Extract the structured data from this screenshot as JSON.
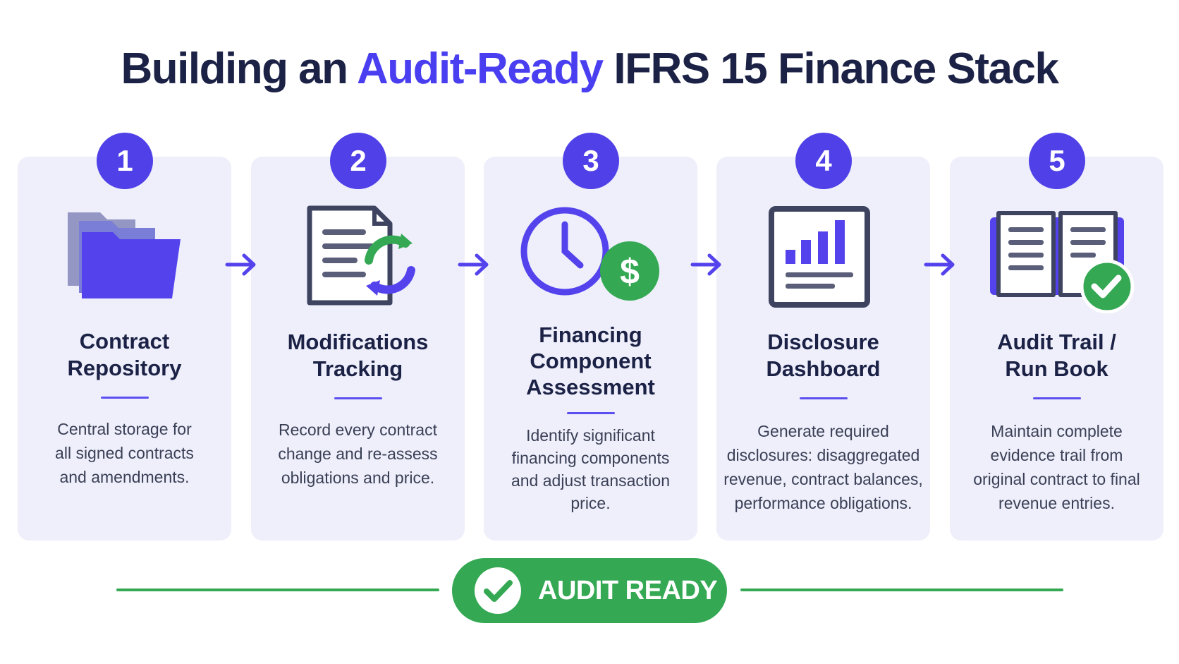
{
  "title": {
    "before": "Building an",
    "highlight": "Audit-Ready",
    "after": "IFRS 15 Finance Stack"
  },
  "colors": {
    "accent": "#5040e8",
    "dark": "#1c2246",
    "green": "#34a853",
    "card": "#eeeffb"
  },
  "steps": [
    {
      "number": "1",
      "icon": "folder-stack-icon",
      "heading_lines": [
        "Contract",
        "Repository"
      ],
      "description_lines": [
        "Central storage for",
        "all signed contracts",
        "and amendments."
      ]
    },
    {
      "number": "2",
      "icon": "document-sync-icon",
      "heading_lines": [
        "Modifications",
        "Tracking"
      ],
      "description_lines": [
        "Record every contract",
        "change and re-assess",
        "obligations and price."
      ]
    },
    {
      "number": "3",
      "icon": "clock-dollar-icon",
      "heading_lines": [
        "Financing",
        "Component",
        "Assessment"
      ],
      "description_lines": [
        "Identify significant",
        "financing components",
        "and adjust transaction",
        "price."
      ]
    },
    {
      "number": "4",
      "icon": "bar-chart-dashboard-icon",
      "heading_lines": [
        "Disclosure",
        "Dashboard"
      ],
      "description_lines": [
        "Generate required",
        "disclosures: disaggregated",
        "revenue, contract balances,",
        "performance obligations."
      ]
    },
    {
      "number": "5",
      "icon": "open-book-check-icon",
      "heading_lines": [
        "Audit Trail /",
        "Run Book"
      ],
      "description_lines": [
        "Maintain complete",
        "evidence trail from",
        "original contract to final",
        "revenue entries."
      ]
    }
  ],
  "footer": {
    "label": "AUDIT READY",
    "icon": "check-circle-icon"
  }
}
